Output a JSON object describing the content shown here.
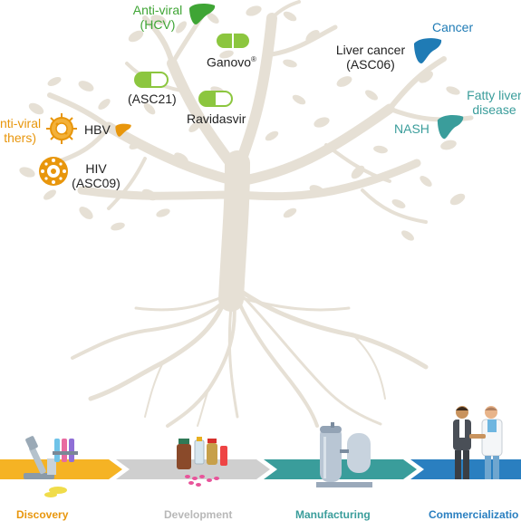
{
  "labels": {
    "hcv": {
      "line1": "Anti-viral",
      "line2": "(HCV)"
    },
    "ganovo": {
      "text": "Ganovo",
      "sup": "®"
    },
    "asc21": "(ASC21)",
    "ravidasvir": "Ravidasvir",
    "liver_cancer": {
      "line1": "Liver cancer",
      "line2": "(ASC06)"
    },
    "cancer": "Cancer",
    "fatty_liver": {
      "line1": "Fatty liver",
      "line2": "disease"
    },
    "nash": "NASH",
    "other_antiviral": {
      "line1": "nti-viral",
      "line2": "thers)"
    },
    "hbv": "HBV",
    "hiv": {
      "line1": "HIV",
      "line2": "(ASC09)"
    }
  },
  "stages": [
    "Discovery",
    "Development",
    "Manufacturing",
    "Commercializatio"
  ],
  "colors": {
    "tree": "#e6e0d5",
    "hcv_green": "#3fa535",
    "pill_green": "#8cc63f",
    "orange": "#e8960c",
    "cancer_blue": "#1f7bb5",
    "nash_teal": "#3a9d9b",
    "arrow_yellow": "#f5b324",
    "arrow_gray": "#cfcfcf",
    "arrow_teal": "#3a9d9b",
    "arrow_blue": "#2a7fc0"
  },
  "icons": [
    "liver-icon",
    "pill-icon",
    "virus-icon",
    "microscope-icon",
    "vials-icon",
    "bioreactor-icon",
    "handshake-icon"
  ]
}
